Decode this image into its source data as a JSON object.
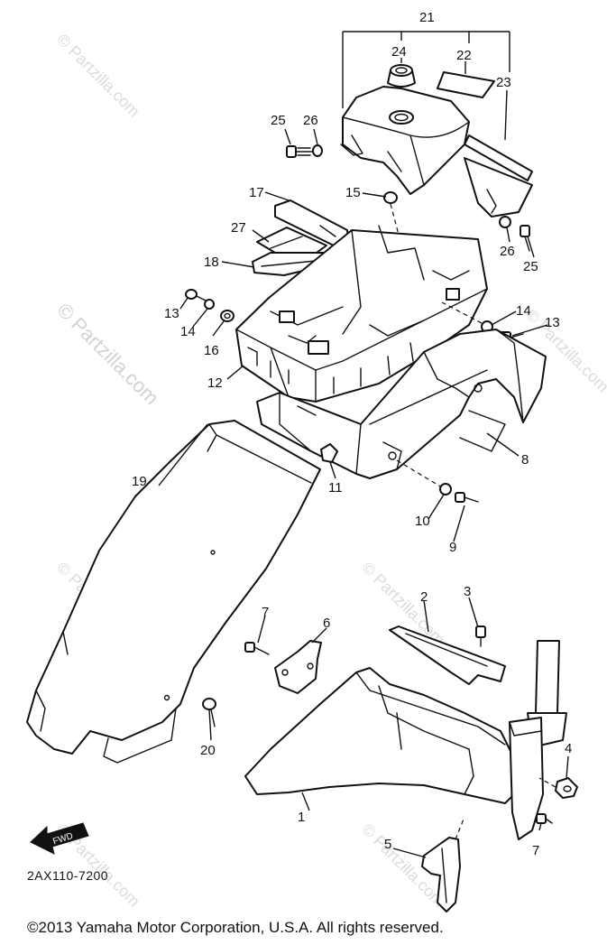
{
  "diagram": {
    "watermarks": {
      "main": "© Partzilla.com",
      "faint": "© Partzilla.com"
    },
    "callouts": {
      "c1": "1",
      "c2": "2",
      "c3": "3",
      "c4": "4",
      "c5": "5",
      "c6": "6",
      "c7a": "7",
      "c7b": "7",
      "c8": "8",
      "c9": "9",
      "c10": "10",
      "c11": "11",
      "c12": "12",
      "c13a": "13",
      "c13b": "13",
      "c14a": "14",
      "c14b": "14",
      "c15": "15",
      "c16": "16",
      "c17": "17",
      "c18": "18",
      "c19": "19",
      "c20": "20",
      "c21": "21",
      "c22": "22",
      "c23": "23",
      "c24": "24",
      "c25a": "25",
      "c25b": "25",
      "c26a": "26",
      "c26b": "26",
      "c27": "27"
    },
    "fwd_arrow": "FWD",
    "diagram_code": "2AX110-7200",
    "copyright": "©2013  Yamaha Motor Corporation, U.S.A. All rights reserved."
  }
}
